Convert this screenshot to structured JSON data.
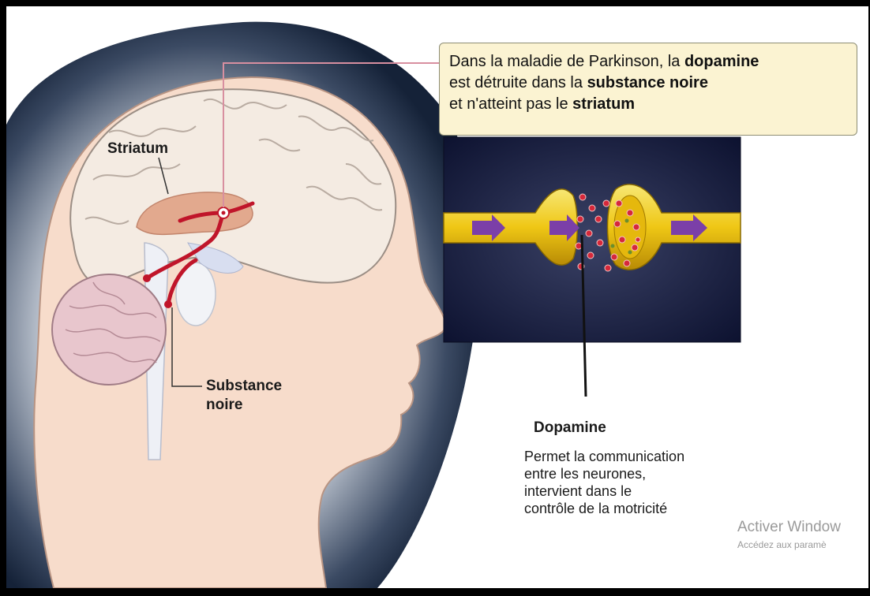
{
  "labels": {
    "striatum": "Striatum",
    "substance_line1": "Substance",
    "substance_line2": "noire"
  },
  "callout": {
    "line1_pre": "Dans la maladie de Parkinson, la ",
    "line1_bold": "dopamine",
    "line2_pre": "est détruite dans la ",
    "line2_bold": "substance noire",
    "line3_pre": "et n'atteint pas le ",
    "line3_bold": "striatum"
  },
  "dopamine": {
    "title": "Dopamine",
    "desc_lines": [
      "Permet la communication",
      "entre les neurones,",
      "intervient dans le",
      "contrôle de la motricité"
    ]
  },
  "watermark": {
    "title": "Activer Window",
    "subtitle": "Accédez aux paramè"
  },
  "colors": {
    "callout_bg": "#fbf3d2",
    "pathway_red": "#c0152a",
    "neuron_yellow": "#f2d21a",
    "synapse_bg": "#141a3d",
    "arrow_purple": "#7b3fa8"
  }
}
